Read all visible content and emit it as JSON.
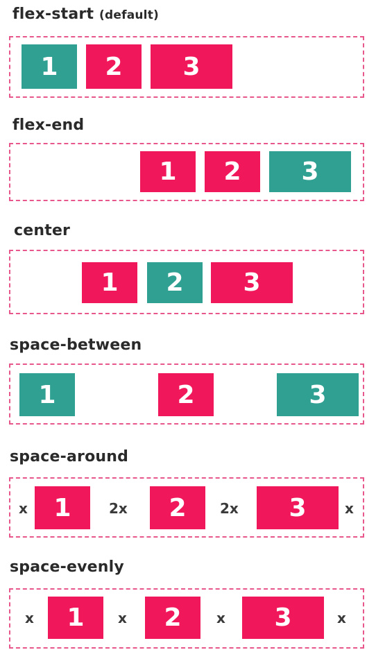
{
  "colors": {
    "pink": "#f0185a",
    "teal": "#2fa091",
    "border": "#e8578b"
  },
  "sections": [
    {
      "title": "flex-start",
      "subtitle": "(default)",
      "items": [
        "1",
        "2",
        "3"
      ],
      "highlight": 1
    },
    {
      "title": "flex-end",
      "items": [
        "1",
        "2",
        "3"
      ],
      "highlight": 3
    },
    {
      "title": "center",
      "items": [
        "1",
        "2",
        "3"
      ],
      "highlight": 2
    },
    {
      "title": "space-between",
      "items": [
        "1",
        "2",
        "3"
      ],
      "highlights": [
        1,
        3
      ]
    },
    {
      "title": "space-around",
      "items": [
        "1",
        "2",
        "3"
      ],
      "gaps": [
        "x",
        "2x",
        "2x",
        "x"
      ]
    },
    {
      "title": "space-evenly",
      "items": [
        "1",
        "2",
        "3"
      ],
      "gaps": [
        "x",
        "x",
        "x",
        "x"
      ]
    }
  ]
}
